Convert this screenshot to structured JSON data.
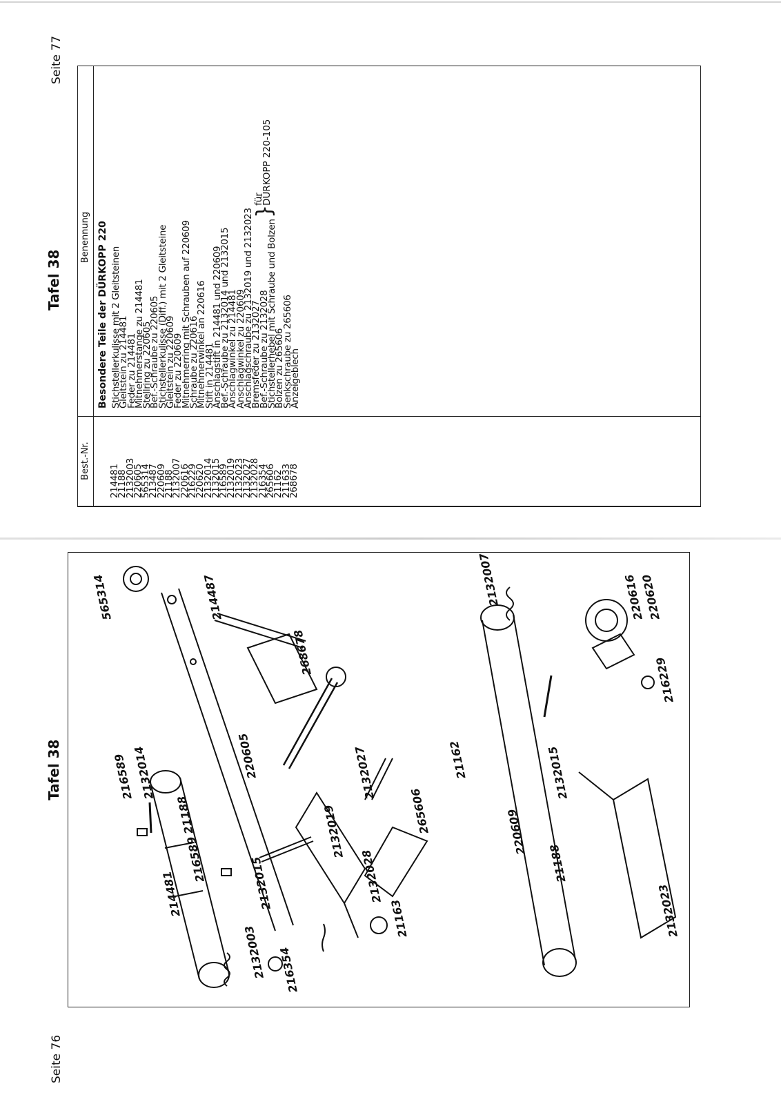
{
  "left_page": {
    "page_label": "Seite 76",
    "title": "Tafel 38"
  },
  "right_page": {
    "page_label": "Seite 77",
    "title": "Tafel 38"
  },
  "table": {
    "col_nr": "Best.-Nr.",
    "col_benennung": "Benennung",
    "section_heading": "Besondere Teile der DÜRKOPP 220",
    "rows": [
      {
        "nr": "214481",
        "text": "Stichstellerkulisse mit 2 Gleitsteinen"
      },
      {
        "nr": "21188",
        "text": "Gleitstein zu 214481"
      },
      {
        "nr": "2132003",
        "text": "Feder zu 214481"
      },
      {
        "nr": "220605",
        "text": "Mitnehmerstange zu 214481"
      },
      {
        "nr": "565314",
        "text": "Stellring zu 220605"
      },
      {
        "nr": "213487",
        "text": "Bef.-Schraube zu 220605"
      },
      {
        "nr": "220609",
        "text": "Stichstellerkulisse (Diff.) mit 2 Gleitsteine"
      },
      {
        "nr": "21188",
        "text": "Gleitstein zu 220609"
      },
      {
        "nr": "2132007",
        "text": "Feder zu 220609"
      },
      {
        "nr": "220616",
        "text": "Mitnehmerring mit Schrauben auf 220609"
      },
      {
        "nr": "216229",
        "text": "Schraube zu 220616"
      },
      {
        "nr": "220620",
        "text": "Mitnehmerwinkel an 220616"
      },
      {
        "nr": "2132014",
        "text": "Stift in 214481"
      },
      {
        "nr": "2132015",
        "text": "Anschlagstift in 214481 und 220609"
      },
      {
        "nr": "216589",
        "text": "Bef.-Schraube zu 2132014 und 2132015"
      },
      {
        "nr": "2132019",
        "text": "Anschlagwinkel zu 214481"
      },
      {
        "nr": "2132023",
        "text": "Anschlagwinkel zu 220609"
      },
      {
        "nr": "2132027",
        "text": "Anschlagschraube zu 2132019 und 2132023"
      },
      {
        "nr": "2132028",
        "text": "Bremsfeder zu 2132027"
      },
      {
        "nr": "216354",
        "text": "Bef.-Schraube zu 2132028"
      },
      {
        "nr": "265606",
        "text": "Stichstellerhebel mit Schraube und Bolzen"
      },
      {
        "nr": "21162",
        "text": "Bolzen zu 265606"
      },
      {
        "nr": "211633",
        "text": "Senkschraube zu 265606"
      },
      {
        "nr": "268678",
        "text": "Anzeigeblech"
      }
    ],
    "note_fuer": "für",
    "note_model": "DÜRKOPP 220-105"
  },
  "drawing_labels": [
    "214481",
    "216589",
    "2132014",
    "565314",
    "214487",
    "21188",
    "216589",
    "220605",
    "268678",
    "2132015",
    "2132003",
    "2132019",
    "2132027",
    "2132028",
    "216354",
    "265606",
    "21162",
    "21163",
    "2132007",
    "220609",
    "2132015",
    "21188",
    "220616",
    "220620",
    "216229",
    "2132023"
  ]
}
